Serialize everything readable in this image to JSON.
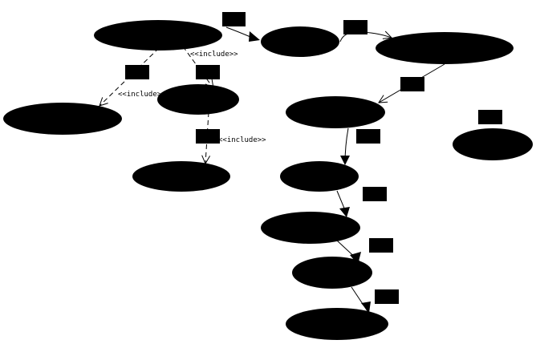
{
  "diagram": {
    "colors": {
      "background": "#ffffff",
      "node_fill": "#000000",
      "edge": "#000000"
    },
    "use_cases": [
      {
        "id": "uc-1"
      },
      {
        "id": "uc-2"
      },
      {
        "id": "uc-3"
      },
      {
        "id": "uc-4"
      },
      {
        "id": "uc-5"
      },
      {
        "id": "uc-6"
      },
      {
        "id": "uc-7"
      },
      {
        "id": "uc-8"
      },
      {
        "id": "uc-9"
      },
      {
        "id": "uc-10"
      },
      {
        "id": "uc-11"
      },
      {
        "id": "uc-12"
      },
      {
        "id": "uc-13"
      }
    ],
    "include_relations": [
      {
        "from": "uc-1",
        "to": "uc-5",
        "label": "<<include>>"
      },
      {
        "from": "uc-1",
        "to": "uc-4",
        "label": "<<include>>"
      },
      {
        "from": "uc-5",
        "to": "uc-6",
        "label": "<<include>>"
      }
    ],
    "flow_relations": [
      {
        "from": "uc-1",
        "to": "uc-2"
      },
      {
        "from": "uc-2",
        "to": "uc-3"
      },
      {
        "from": "uc-3",
        "to": "uc-7"
      },
      {
        "from": "uc-7",
        "to": "uc-9"
      },
      {
        "from": "uc-9",
        "to": "uc-10"
      },
      {
        "from": "uc-10",
        "to": "uc-11"
      },
      {
        "from": "uc-11",
        "to": "uc-12"
      }
    ]
  }
}
